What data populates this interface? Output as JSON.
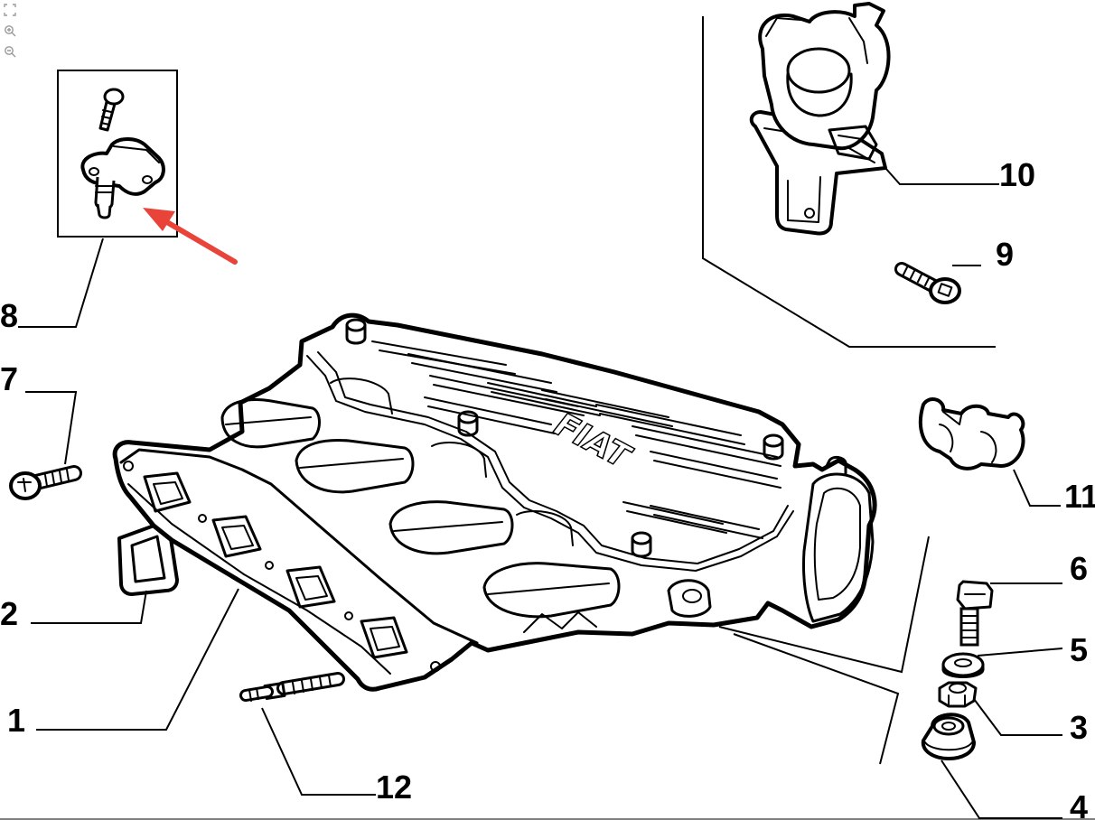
{
  "viewer": {
    "tools": [
      {
        "name": "fit-page-icon"
      },
      {
        "name": "zoom-in-icon"
      },
      {
        "name": "zoom-out-icon"
      }
    ]
  },
  "callouts": [
    "1",
    "2",
    "3",
    "4",
    "5",
    "6",
    "7",
    "8",
    "9",
    "10",
    "11",
    "12"
  ],
  "logo_text": "FIAT",
  "colors": {
    "line": "#000000",
    "background": "#ffffff",
    "arrow": "#e8443a",
    "tool_icon": "#999999"
  }
}
